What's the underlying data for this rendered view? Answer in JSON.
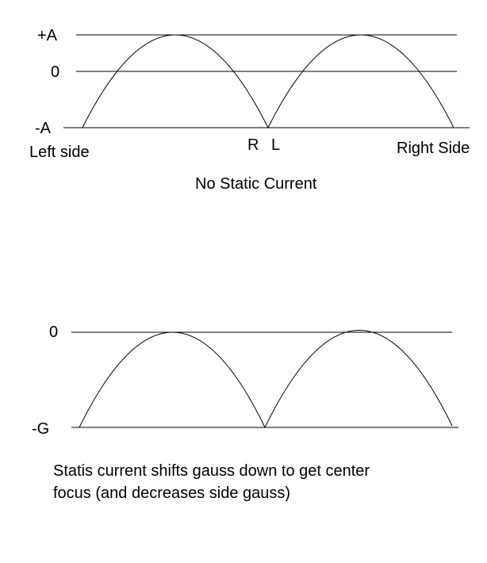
{
  "top_diagram": {
    "level_labels": [
      "+A",
      "0",
      "-A"
    ],
    "position_labels": {
      "left": "Left side",
      "center_r": "R",
      "center_l": "L",
      "right": "Right Side"
    },
    "caption": "No Static Current"
  },
  "bottom_diagram": {
    "level_labels": [
      "0",
      "-G"
    ],
    "caption_line1": "Statis current shifts gauss down to get center",
    "caption_line2": "focus (and decreases side gauss)"
  }
}
